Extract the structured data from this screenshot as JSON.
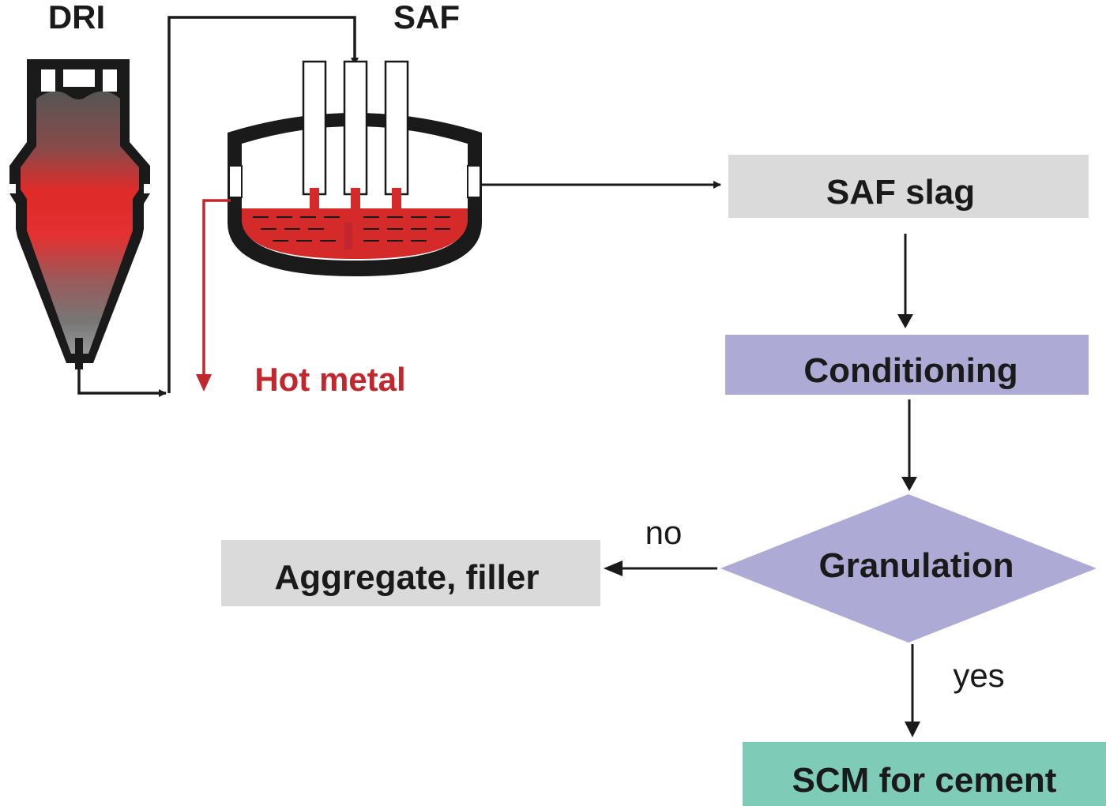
{
  "labels": {
    "dri": "DRI",
    "saf": "SAF",
    "hot_metal": "Hot metal",
    "no": "no",
    "yes": "yes"
  },
  "nodes": {
    "saf_slag": "SAF slag",
    "conditioning": "Conditioning",
    "granulation": "Granulation",
    "aggregate": "Aggregate, filler",
    "scm": "SCM for cement"
  },
  "colors": {
    "gray_box": "#dadada",
    "purple_box": "#aeaad6",
    "teal_box": "#7ecbb8",
    "hot_metal_red": "#c1272d",
    "melt_red": "#d42a2a",
    "furnace_black": "#1a1a1a"
  }
}
